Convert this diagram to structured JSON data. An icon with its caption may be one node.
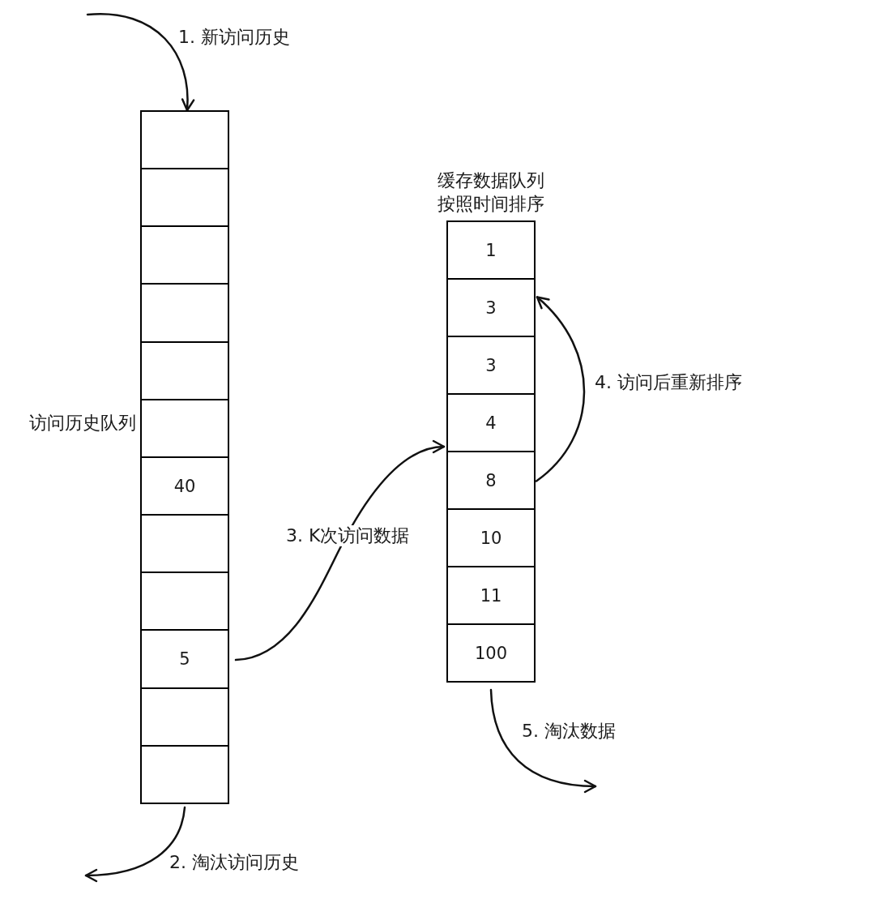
{
  "diagram": {
    "nodes": [
      {
        "text": [
          "访问历史队列"
        ]
      },
      {
        "text": [],
        "shape": "box",
        "in": 0
      },
      {
        "text": [],
        "shape": "box",
        "in": 0
      },
      {
        "text": [],
        "shape": "box",
        "in": 0
      },
      {
        "text": [],
        "shape": "box",
        "in": 0
      },
      {
        "text": [],
        "shape": "box",
        "in": 0
      },
      {
        "text": [],
        "shape": "box",
        "in": 0
      },
      {
        "text": [
          "40"
        ],
        "in": 0
      },
      {
        "text": [],
        "shape": "box",
        "in": 0
      },
      {
        "text": [],
        "shape": "box",
        "in": 0
      },
      {
        "text": [
          "5"
        ],
        "in": 0
      },
      {
        "text": [],
        "shape": "box",
        "in": 0
      },
      {
        "text": [],
        "shape": "box",
        "in": 0
      },
      {
        "text": [
          "缓存数据队列",
          "按照时间排序"
        ]
      },
      {
        "text": [
          "1"
        ],
        "in": 13
      },
      {
        "text": [
          "3"
        ],
        "in": 13
      },
      {
        "text": [
          "3"
        ],
        "in": 13
      },
      {
        "text": [
          "4"
        ],
        "in": 13
      },
      {
        "text": [
          "8"
        ],
        "in": 13
      },
      {
        "text": [
          "10"
        ],
        "in": 13
      },
      {
        "text": [
          "11"
        ],
        "in": 13
      },
      {
        "text": [
          "100"
        ],
        "in": 13
      }
    ],
    "edges": [
      {
        "from": null,
        "to": 1,
        "arrow": "to",
        "label": "1. 新访问历史"
      },
      {
        "from": 12,
        "to": null,
        "arrow": "to",
        "label": "2. 淘汰访问历史"
      },
      {
        "from": 10,
        "to": 13,
        "arrow": "to",
        "label": "3. K次访问数据"
      },
      {
        "from": 18,
        "to": 15,
        "arrow": "to",
        "label": "4. 访问后重新排序"
      },
      {
        "from": 21,
        "to": null,
        "arrow": "to",
        "label": "5. 淘汰数据"
      }
    ]
  }
}
